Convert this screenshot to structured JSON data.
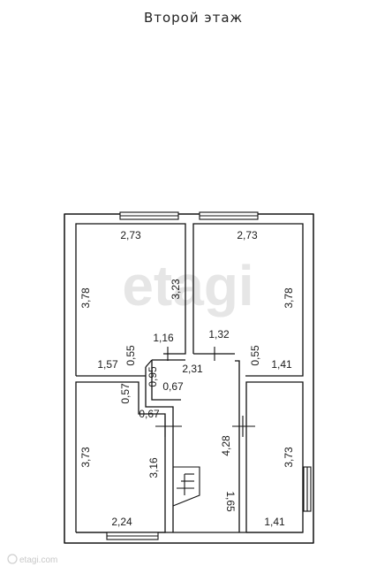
{
  "title": "Второй этаж",
  "watermark": "etagi",
  "watermark_small": "etagi.com",
  "dimensions": {
    "top_left_width": "2,73",
    "top_right_width": "2,73",
    "top_left_height": "3,78",
    "top_left_inner_height": "3,23",
    "top_right_height": "3,78",
    "top_left_bottom": "1,57",
    "top_left_stub": "0,55",
    "corridor_top_left": "1,16",
    "corridor_top_right": "1,32",
    "top_right_stub": "0,55",
    "top_right_bottom": "1,41",
    "corridor_step": "0,95",
    "corridor_width": "2,31",
    "corridor_step2": "0,67",
    "bottom_left_stub": "0,57",
    "bottom_left_notch": "0,67",
    "corridor_height": "4,28",
    "bottom_left_height": "3,73",
    "bottom_left_inner_height": "3,16",
    "stair_height": "1,65",
    "bottom_right_height": "3,73",
    "bottom_left_width": "2,24",
    "bottom_right_width": "1,41"
  }
}
